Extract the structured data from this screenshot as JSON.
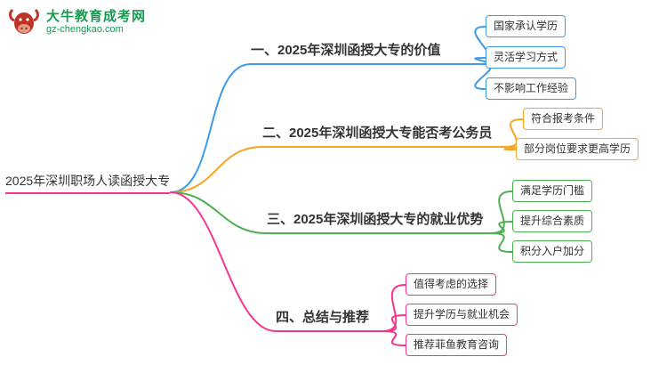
{
  "page": {
    "background": "#FFFFFF",
    "text_color": "#333333"
  },
  "logo": {
    "brand": "大牛教育成考网",
    "domain": "gz-chengkao.com",
    "color": "#169B50",
    "icon": "bull-icon",
    "icon_color": "#C03428"
  },
  "root": {
    "label": "2025年深圳职场人读函授大专",
    "color": "#F5368C"
  },
  "branches": [
    {
      "label": "一、2025年深圳函授大专的价值",
      "color": "#3D9BE9",
      "children": [
        {
          "label": "国家承认学历"
        },
        {
          "label": "灵活学习方式"
        },
        {
          "label": "不影响工作经验"
        }
      ]
    },
    {
      "label": "二、2025年深圳函授大专能否考公务员",
      "color": "#F5A623",
      "children": [
        {
          "label": "符合报考条件"
        },
        {
          "label": "部分岗位要求更高学历"
        }
      ]
    },
    {
      "label": "三、2025年深圳函授大专的就业优势",
      "color": "#4CAF50",
      "children": [
        {
          "label": "满足学历门槛"
        },
        {
          "label": "提升综合素质"
        },
        {
          "label": "积分入户加分"
        }
      ]
    },
    {
      "label": "四、总结与推荐",
      "color": "#F5368C",
      "children": [
        {
          "label": "值得考虑的选择"
        },
        {
          "label": "提升学历与就业机会"
        },
        {
          "label": "推荐菲鱼教育咨询"
        }
      ]
    }
  ]
}
